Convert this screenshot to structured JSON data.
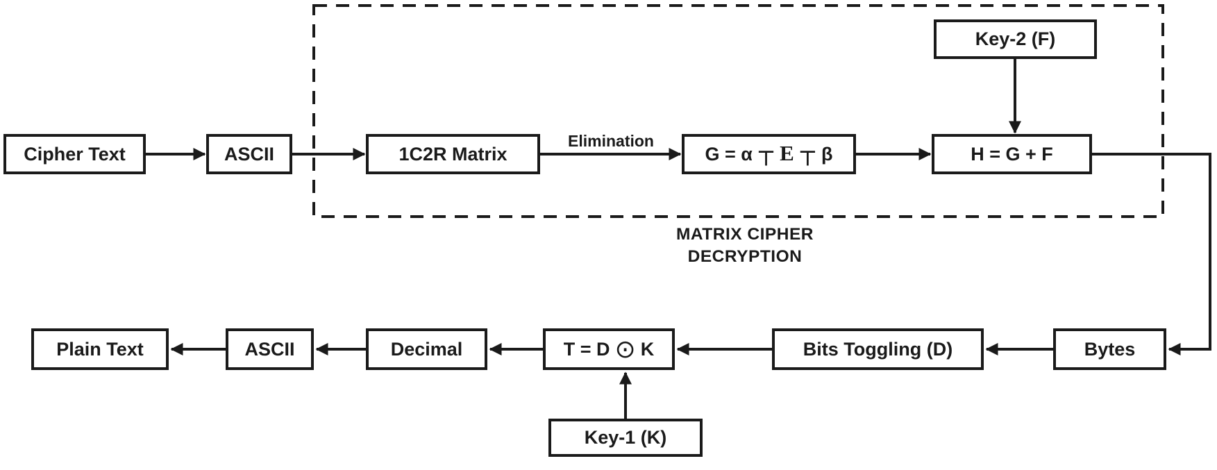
{
  "colors": {
    "ink": "#1a1a1a",
    "background": "#ffffff"
  },
  "group_box": {
    "label_line1": "MATRIX CIPHER",
    "label_line2": "DECRYPTION"
  },
  "edges": {
    "elimination_label": "Elimination"
  },
  "nodes": {
    "cipher_text": {
      "label": "Cipher Text"
    },
    "ascii_in": {
      "label": "ASCII"
    },
    "matrix_1c2r": {
      "label": "1C2R Matrix"
    },
    "g_formula": {
      "pre": "G = α",
      "tee1": "⊤",
      "e": "E",
      "tee2": "⊤",
      "beta": "β"
    },
    "key2": {
      "label": "Key-2 (F)"
    },
    "h_formula": {
      "label": "H = G + F"
    },
    "bytes": {
      "label": "Bytes"
    },
    "bits_toggling": {
      "label": "Bits Toggling (D)"
    },
    "t_formula": {
      "pre": "T = D",
      "dot": "⊙",
      "k": "K"
    },
    "key1": {
      "label": "Key-1 (K)"
    },
    "decimal": {
      "label": "Decimal"
    },
    "ascii_out": {
      "label": "ASCII"
    },
    "plain_text": {
      "label": "Plain Text"
    }
  }
}
